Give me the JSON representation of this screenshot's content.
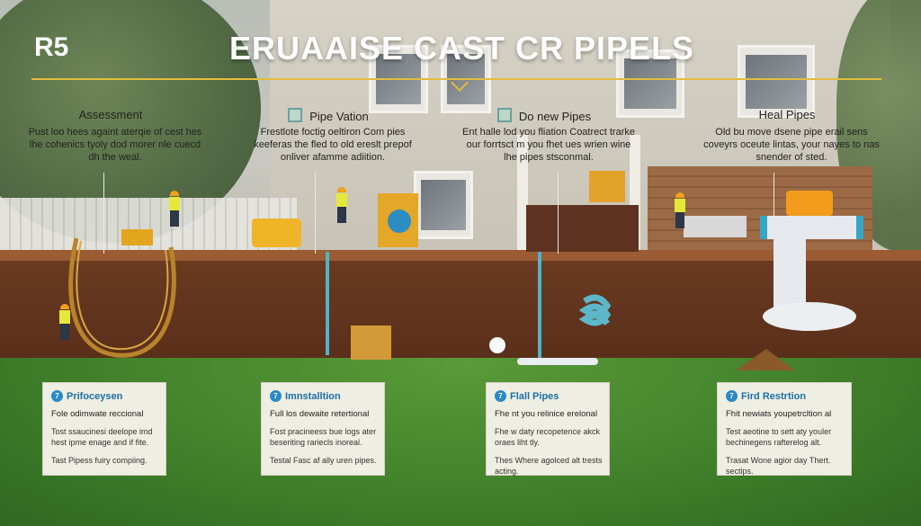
{
  "header": {
    "logo": "R5",
    "title": "ERUAAISE CAST CR PIPELS"
  },
  "stages": [
    {
      "title": "Assessment",
      "desc": "Pust loo hees againt aterqie of cest hes lhe cohenics tyoly dod morer nle cuecd dh the weal."
    },
    {
      "title": "Pipe Vation",
      "desc": "Frestlote foctig oeltiron Com pies keeferas the fled to old ereslt prepof onliver afamme adiition."
    },
    {
      "title": "Do new Pipes",
      "desc": "Ent halle lod you fliation Coatrect trarke our forrtsct m you fhet ues wrien wine lhe pipes stsconmal."
    },
    {
      "title": "Heal Pipes",
      "desc": "Old bu move dsene pipe erail sens coveyrs oceute lintas, your nayes to nas snender of sted."
    }
  ],
  "cards": [
    {
      "badge": "7",
      "title": "Prifoceysen",
      "sub": "Fole odimwate reccional",
      "b1": "Tost ssaucinesi deelope imd hest ipme enage and if fite.",
      "b2": "Tast Pipess fuiry compiing."
    },
    {
      "badge": "7",
      "title": "Imnstalltion",
      "sub": "Full los dewaite retertional",
      "b1": "Fost pracineess bue logs ater beseriting rariecls inoreal.",
      "b2": "Testal Fasc af ally uren pipes."
    },
    {
      "badge": "7",
      "title": "Flall Pipes",
      "sub": "Fhe nt you relinice erelonal",
      "b1": "Fhe w daty recopetence akck oraes liht tly.",
      "b2": "Thes Where agolced alt trests acting."
    },
    {
      "badge": "7",
      "title": "Fird Restrtion",
      "sub": "Fhit newiats youpetrcltion al",
      "b1": "Test aeotine to sett aty youler bechinegens rafterelog alt.",
      "b2": "Trasat Wone agior day Thert. sectips."
    }
  ],
  "colors": {
    "accent": "#e2bd3d",
    "card_title": "#1b6fa8",
    "badge": "#2a89c7",
    "soil": "#6a3a21",
    "lawn": "#3f7f2a"
  }
}
